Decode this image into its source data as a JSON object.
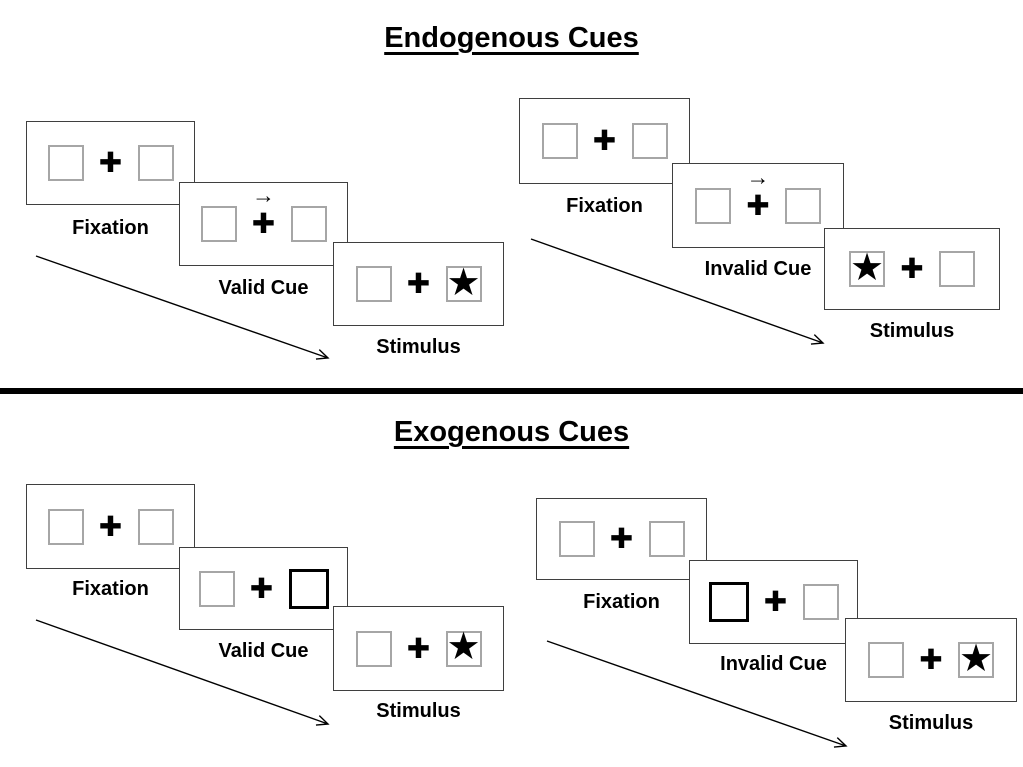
{
  "icons": {
    "plus": "✚",
    "star": "★",
    "cue_arrow": "→"
  },
  "colors": {
    "text": "#000000",
    "card_border": "#3f3f3f",
    "box_border": "#a6a6a6",
    "divider": "#000000"
  },
  "sections": [
    {
      "title": "Endogenous Cues",
      "panels": [
        {
          "id": "endogenous-valid",
          "cue_type": "central arrow pointing right",
          "stimulus_side": "right",
          "cards": [
            {
              "label": "Fixation"
            },
            {
              "label": "Valid Cue",
              "cue": "arrow-right"
            },
            {
              "label": "Stimulus",
              "star": "right"
            }
          ]
        },
        {
          "id": "endogenous-invalid",
          "cue_type": "central arrow pointing right",
          "stimulus_side": "left",
          "cards": [
            {
              "label": "Fixation"
            },
            {
              "label": "Invalid Cue",
              "cue": "arrow-right"
            },
            {
              "label": "Stimulus",
              "star": "left"
            }
          ]
        }
      ]
    },
    {
      "title": "Exogenous Cues",
      "panels": [
        {
          "id": "exogenous-valid",
          "cue_type": "right box highlighted thick",
          "stimulus_side": "right",
          "cards": [
            {
              "label": "Fixation"
            },
            {
              "label": "Valid Cue",
              "cue": "thick-right-box"
            },
            {
              "label": "Stimulus",
              "star": "right"
            }
          ]
        },
        {
          "id": "exogenous-invalid",
          "cue_type": "left box highlighted thick",
          "stimulus_side": "right",
          "cards": [
            {
              "label": "Fixation"
            },
            {
              "label": "Invalid Cue",
              "cue": "thick-left-box"
            },
            {
              "label": "Stimulus",
              "star": "right"
            }
          ]
        }
      ]
    }
  ]
}
